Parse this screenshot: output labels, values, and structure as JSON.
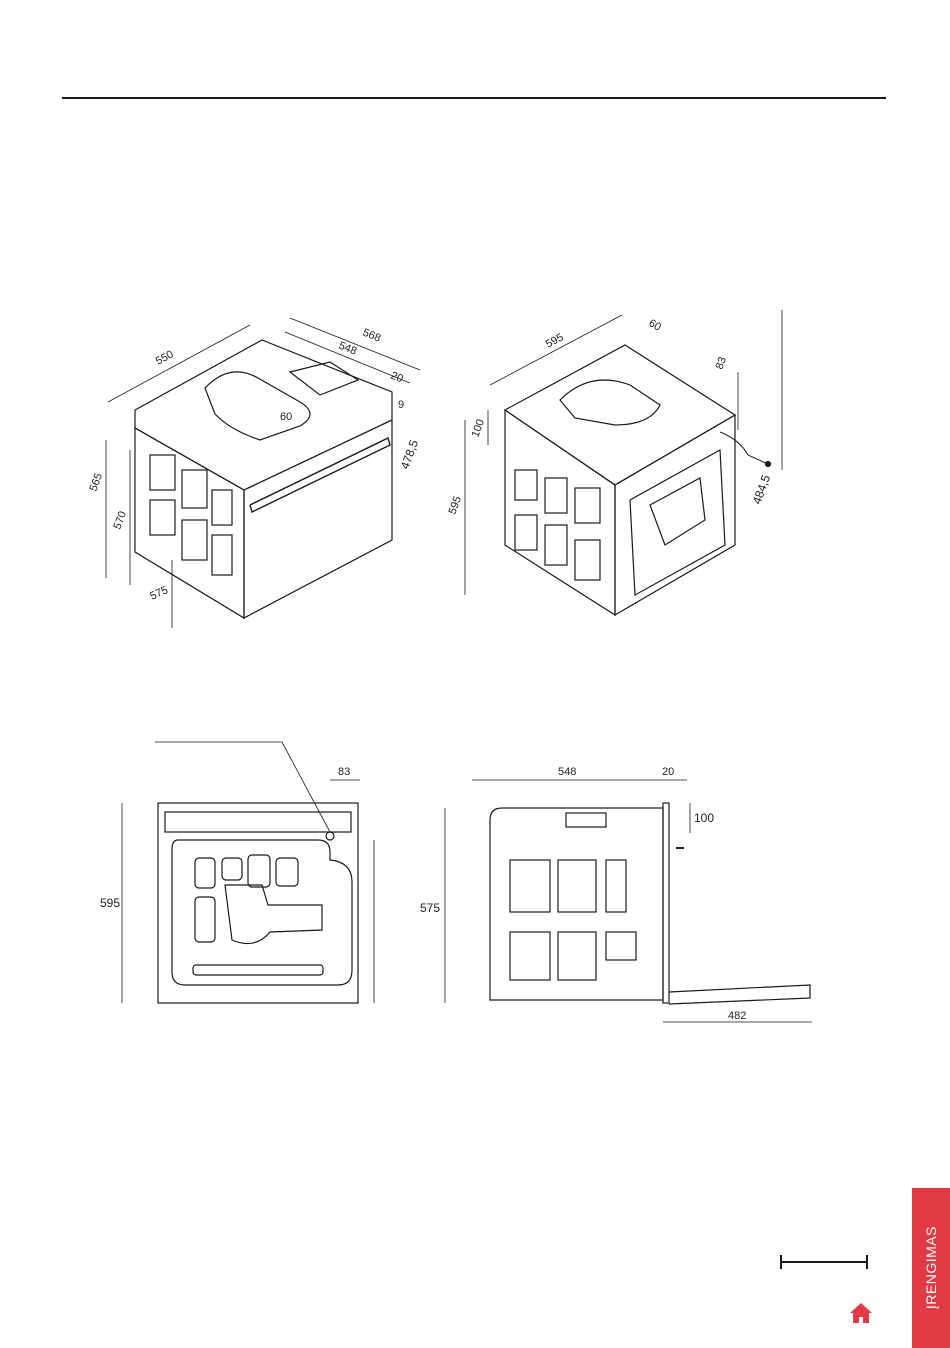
{
  "dimensions": {
    "iso_front": {
      "d568": "568",
      "d548": "548",
      "d550": "550",
      "d20": "20",
      "d9": "9",
      "d60": "60",
      "d478": "478,5",
      "d565": "565",
      "d570": "570",
      "d575": "575"
    },
    "iso_back": {
      "d595w": "595",
      "d60": "60",
      "d83": "83",
      "d100": "100",
      "d595h": "595",
      "d484": "484,5"
    },
    "front_view": {
      "d83": "83",
      "d595": "595"
    },
    "side_view": {
      "d548": "548",
      "d20": "20",
      "d100": "100",
      "d575": "575",
      "d482": "482"
    }
  },
  "side_tab": {
    "label": "ĮRENGIMAS"
  },
  "icons": {
    "home": "home-icon",
    "scale": "scale-bar"
  },
  "colors": {
    "accent": "#e23a44",
    "line": "#1a1a1a"
  }
}
